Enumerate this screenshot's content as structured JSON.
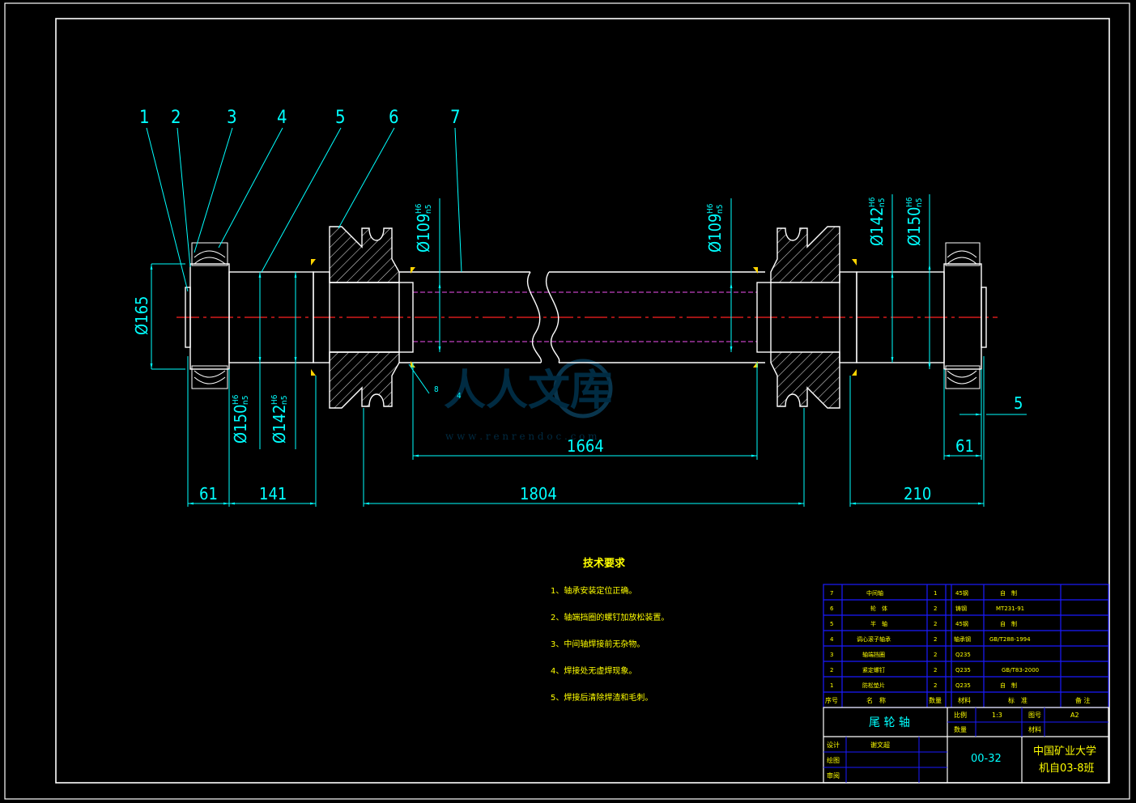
{
  "drawing": {
    "part_labels": [
      "1",
      "2",
      "3",
      "4",
      "5",
      "6",
      "7"
    ],
    "dims": {
      "d165": "Ø165",
      "d150_left": "Ø150",
      "d150_left_fit_top": "H6",
      "d150_left_fit_bot": "n5",
      "d142_left": "Ø142",
      "d142_left_fit_top": "H6",
      "d142_left_fit_bot": "n5",
      "d109_left": "Ø109",
      "d109_left_fit_top": "H6",
      "d109_left_fit_bot": "n5",
      "d109_right": "Ø109",
      "d109_right_fit_top": "H6",
      "d109_right_fit_bot": "n5",
      "d142_right": "Ø142",
      "d142_right_fit_top": "H6",
      "d142_right_fit_bot": "n5",
      "d150_right": "Ø150",
      "d150_right_fit_top": "H6",
      "d150_right_fit_bot": "n5",
      "len_61_left": "61",
      "len_141": "141",
      "len_1804": "1804",
      "len_1664": "1664",
      "len_210": "210",
      "len_61_right": "61",
      "len_5": "5",
      "weld_8": "8",
      "weld_4": "4"
    }
  },
  "tech": {
    "title": "技术要求",
    "items": [
      "1、轴承安装定位正确。",
      "2、轴端挡圈的螺钉加放松装置。",
      "3、中间轴焊接前无杂物。",
      "4、焊接处无虚焊现象。",
      "5、焊接后清除焊渣和毛刺。"
    ]
  },
  "bom": {
    "rows": [
      {
        "no": "7",
        "name": "中间轴",
        "qty": "1",
        "mat": "45钢",
        "std": "自　制"
      },
      {
        "no": "6",
        "name": "轮　体",
        "qty": "2",
        "mat": "铸钢",
        "std": "MT231-91"
      },
      {
        "no": "5",
        "name": "半　轴",
        "qty": "2",
        "mat": "45钢",
        "std": "自　制"
      },
      {
        "no": "4",
        "name": "调心滚子轴承",
        "qty": "2",
        "mat": "轴承钢",
        "std": "GB/T288-1994"
      },
      {
        "no": "3",
        "name": "轴端挡圈",
        "qty": "2",
        "mat": "Q235",
        "std": ""
      },
      {
        "no": "2",
        "name": "紧定螺钉",
        "qty": "2",
        "mat": "Q235",
        "std": "GB/T83-2000"
      },
      {
        "no": "1",
        "name": "防松垫片",
        "qty": "2",
        "mat": "Q235",
        "std": "自　制"
      }
    ],
    "header": {
      "no": "序号",
      "name": "名　称",
      "qty": "数量",
      "mat": "材料",
      "std": "标　准",
      "note": "备 注"
    }
  },
  "titleblock": {
    "part_name": "尾 轮 轴",
    "scale_label": "比例",
    "scale": "1:3",
    "drawing_no_label": "图号",
    "drawing_no": "A2",
    "qty_label": "数量",
    "material_label": "材料",
    "design_label": "设计",
    "designer": "谢文超",
    "draw_label": "绘图",
    "check_label": "审阅",
    "code": "00-32",
    "school": "中国矿业大学",
    "class": "机自03-8班"
  },
  "watermark": {
    "text": "人人文库",
    "url": "w w w . r e n r e n d o c . c o m"
  }
}
